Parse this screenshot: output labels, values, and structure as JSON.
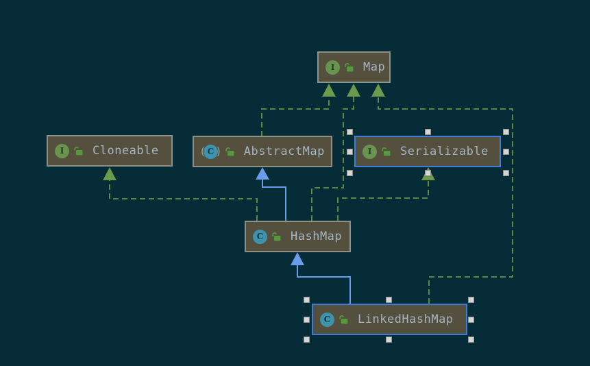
{
  "diagram": {
    "nodes": [
      {
        "id": "map",
        "label": "Map",
        "kind": "interface",
        "selected": false
      },
      {
        "id": "cloneable",
        "label": "Cloneable",
        "kind": "interface",
        "selected": false
      },
      {
        "id": "abstractmap",
        "label": "AbstractMap",
        "kind": "abstract-class",
        "selected": false
      },
      {
        "id": "serializable",
        "label": "Serializable",
        "kind": "interface",
        "selected": true
      },
      {
        "id": "hashmap",
        "label": "HashMap",
        "kind": "class",
        "selected": false
      },
      {
        "id": "linkedhashmap",
        "label": "LinkedHashMap",
        "kind": "class",
        "selected": true
      }
    ],
    "edges": [
      {
        "from": "AbstractMap",
        "to": "Map",
        "relation": "implements",
        "style": "green-dashed"
      },
      {
        "from": "HashMap",
        "to": "Map",
        "relation": "implements",
        "style": "green-dashed"
      },
      {
        "from": "LinkedHashMap",
        "to": "Map",
        "relation": "implements",
        "style": "green-dashed"
      },
      {
        "from": "HashMap",
        "to": "Cloneable",
        "relation": "implements",
        "style": "green-dashed"
      },
      {
        "from": "HashMap",
        "to": "Serializable",
        "relation": "implements",
        "style": "green-dashed"
      },
      {
        "from": "HashMap",
        "to": "AbstractMap",
        "relation": "extends",
        "style": "blue-solid"
      },
      {
        "from": "LinkedHashMap",
        "to": "HashMap",
        "relation": "extends",
        "style": "blue-solid"
      }
    ],
    "icons": {
      "interface_letter": "I",
      "class_letter": "C",
      "abstract_paren_left": "(",
      "abstract_paren_right": ")",
      "lock": "open-padlock-icon"
    },
    "colors": {
      "background": "#062c37",
      "node_fill": "#54503d",
      "node_border": "#8f9086",
      "selection_border": "#3f7ed6",
      "node_text": "#a4b4c2",
      "implements_edge": "#5d8843",
      "implements_arrow": "#6b9a4c",
      "extends_edge": "#699ceb",
      "interface_icon": "#68944e",
      "class_icon": "#3e93ac",
      "lock_icon": "#57973e",
      "selection_handle": "#d6d6d6"
    }
  }
}
